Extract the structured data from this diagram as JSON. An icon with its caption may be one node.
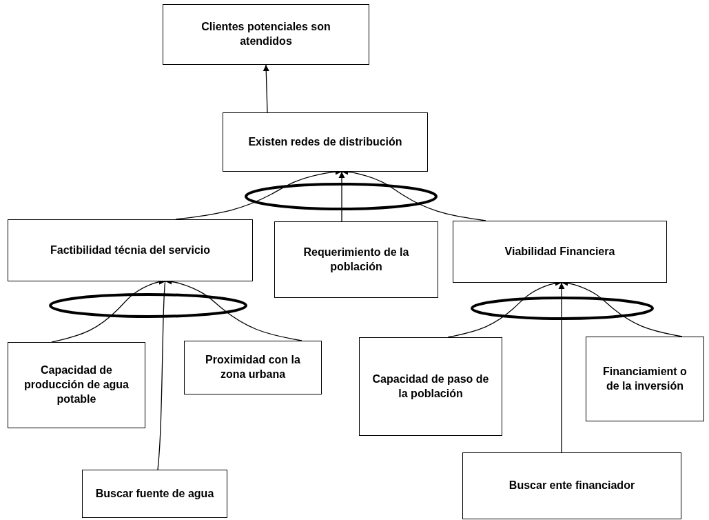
{
  "diagram": {
    "nodes": [
      {
        "text": [
          "Clientes potenciales son atendidos"
        ]
      },
      {
        "text": [
          "Existen redes de distribución"
        ]
      },
      {
        "text": [
          "Factibilidad técnia del servicio"
        ]
      },
      {
        "text": [
          "Requerimiento de la población"
        ]
      },
      {
        "text": [
          "Viabilidad Financiera"
        ]
      },
      {
        "text": [
          "Capacidad de producción de agua potable"
        ]
      },
      {
        "text": [
          "Proximidad con la zona urbana"
        ]
      },
      {
        "text": [
          "Capacidad de paso de la población"
        ]
      },
      {
        "text": [
          "Financiamient o de la inversión"
        ]
      },
      {
        "text": [
          "Buscar fuente de agua"
        ]
      },
      {
        "text": [
          "Buscar ente financiador"
        ]
      }
    ],
    "edges": [
      {
        "from": 1,
        "to": 0,
        "arrow": "to"
      },
      {
        "from": 2,
        "to": 1,
        "arrow": "to"
      },
      {
        "from": 3,
        "to": 1,
        "arrow": "to"
      },
      {
        "from": 4,
        "to": 1,
        "arrow": "to"
      },
      {
        "from": 5,
        "to": 2,
        "arrow": "to"
      },
      {
        "from": 9,
        "to": 2,
        "arrow": "to"
      },
      {
        "from": 6,
        "to": 2,
        "arrow": "to"
      },
      {
        "from": 7,
        "to": 4,
        "arrow": "to"
      },
      {
        "from": 10,
        "to": 4,
        "arrow": "to"
      },
      {
        "from": 8,
        "to": 4,
        "arrow": "to"
      }
    ]
  }
}
